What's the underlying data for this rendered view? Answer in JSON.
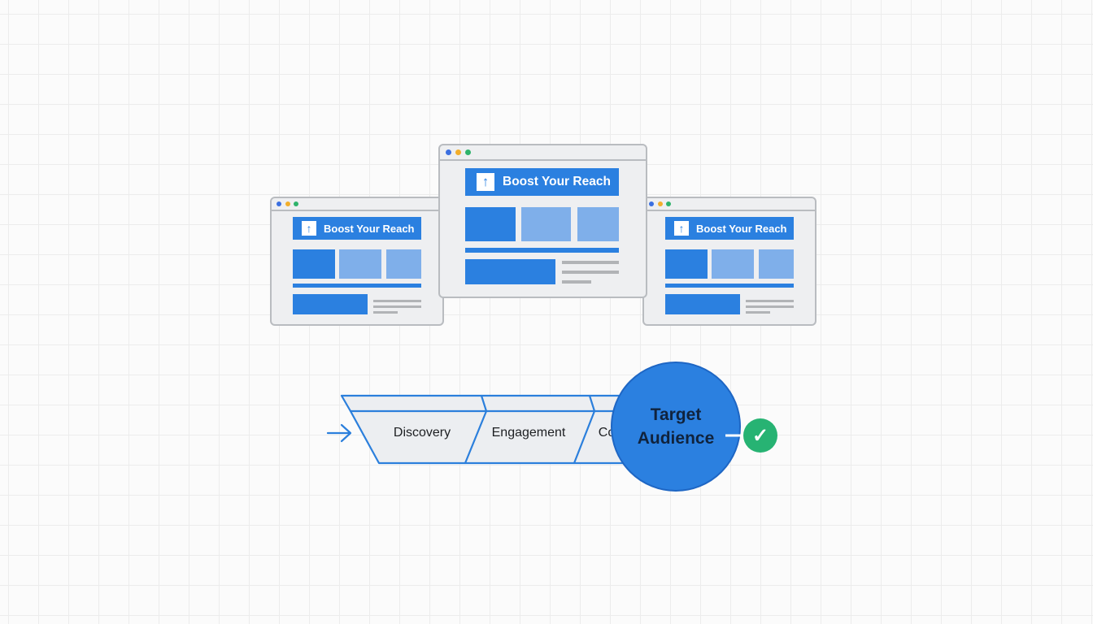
{
  "windows": [
    {
      "banner": "Boost Your Reach"
    },
    {
      "banner": "Boost Your Reach"
    },
    {
      "banner": "Boost Your Reach"
    }
  ],
  "funnel": {
    "stages": [
      "Discovery",
      "Engagement",
      "Co"
    ],
    "target": {
      "line1": "Target",
      "line2": "Audience"
    }
  },
  "colors": {
    "accent": "#2b80e0",
    "success": "#27b373"
  }
}
